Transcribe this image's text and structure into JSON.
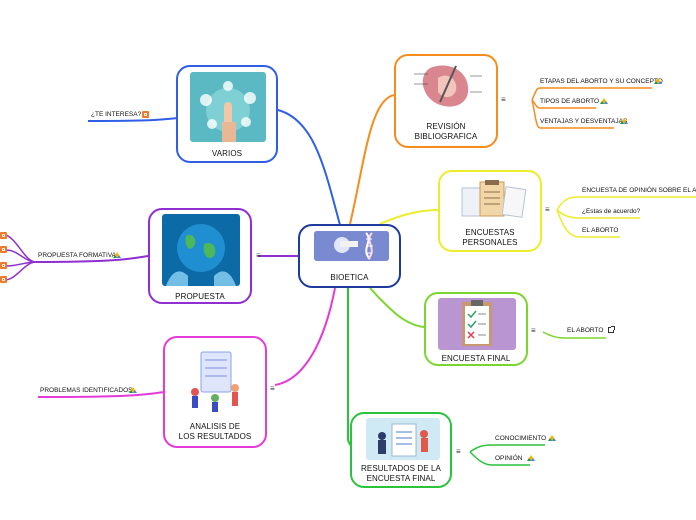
{
  "center": {
    "label": "BIOETICA"
  },
  "nodes": {
    "varios": {
      "label": "VARIOS"
    },
    "propuesta": {
      "label": "PROPUESTA"
    },
    "analisis": {
      "label_line1": "ANALISIS DE",
      "label_line2": "LOS RESULTADOS"
    },
    "revision": {
      "label_line1": "REVISIÓN",
      "label_line2": "BIBLIOGRAFICA"
    },
    "encuestas": {
      "label_line1": "ENCUESTAS",
      "label_line2": "PERSONALES"
    },
    "encuesta_final": {
      "label": "ENCUESTA FINAL"
    },
    "resultados": {
      "label_line1": "RESULTADOS DE LA",
      "label_line2": "ENCUESTA FINAL"
    }
  },
  "leaves": {
    "te_interesa": "¿TE INTERESA?",
    "propuesta_formativa": "PROPUESTA FORMATIVA",
    "problemas": "PROBLEMAS IDENTIFICADOS",
    "etapas": "ETAPAS DEL ABORTO Y SU CONCEPTO",
    "tipos": "TIPOS DE ABORTO",
    "ventajas": "VENTAJAS Y DESVENTAJAS",
    "encuesta_opinion": "ENCUESTA DE OPINIÓN SOBRE EL ABORTO",
    "estas_acuerdo": "¿Estas de acuerdo?",
    "el_aborto_1": "EL ABORTO",
    "el_aborto_2": "EL ABORTO",
    "conocimiento": "CONOCIMIENTO",
    "opinion": "OPINIÓN"
  },
  "menu_glyph": "≡",
  "colors": {
    "varios": "#2f5fe6",
    "propuesta": "#8f2fd2",
    "analisis": "#e43ad8",
    "revision": "#f58c1c",
    "encuestas": "#ecec2a",
    "encuesta_final": "#7ad62e",
    "resultados": "#2bc23c",
    "center": "#1d3a9c"
  }
}
